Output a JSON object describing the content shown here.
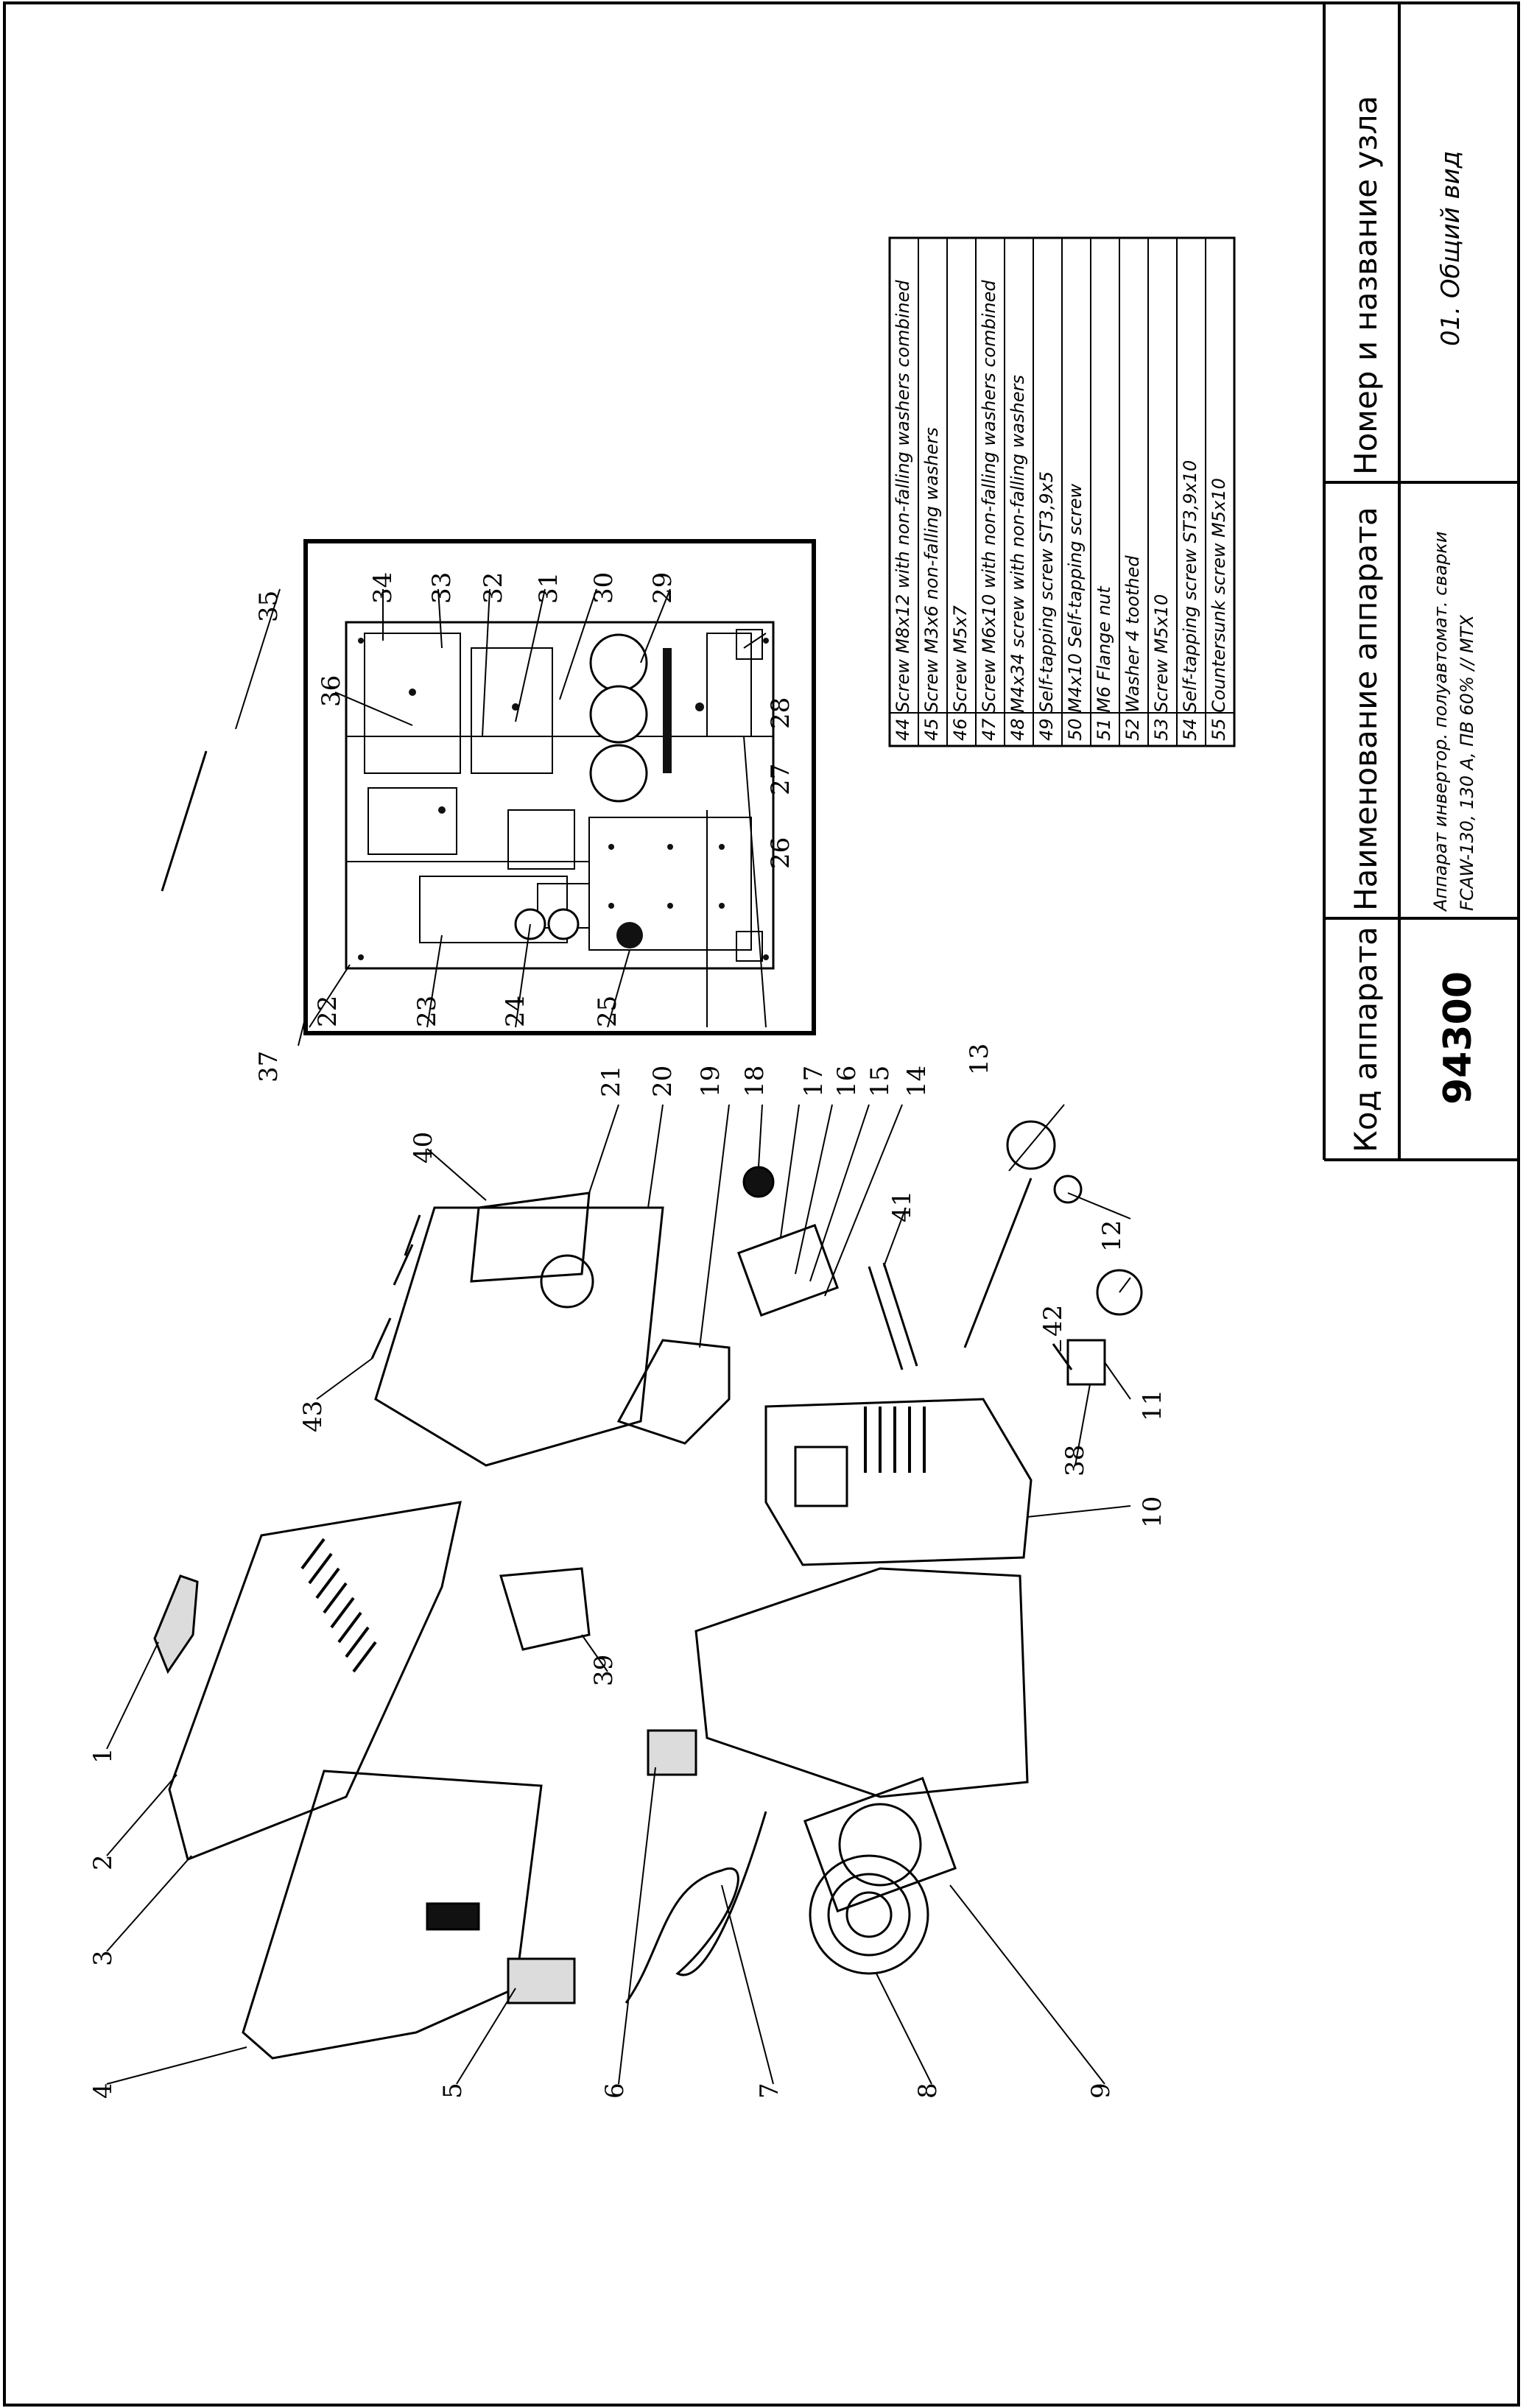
{
  "title_block": {
    "col_code_header": "Код аппарата",
    "col_name_header": "Наименование аппарата",
    "col_node_header": "Номер и название узла",
    "code_value": "94300",
    "name_value_line1": "Аппарат инвертор. полуавтомат. сварки",
    "name_value_line2": "FCAW-130, 130 А, ПВ 60% // MTX",
    "node_value": "01. Общий вид"
  },
  "parts_table": {
    "rows": [
      {
        "no": "44",
        "desc": "Screw M8x12 with non-falling washers combined"
      },
      {
        "no": "45",
        "desc": "Screw M3x6 non-falling washers"
      },
      {
        "no": "46",
        "desc": "Screw M5x7"
      },
      {
        "no": "47",
        "desc": "Screw M6x10 with non-falling washers combined"
      },
      {
        "no": "48",
        "desc": "M4x34 screw with non-falling washers"
      },
      {
        "no": "49",
        "desc": "Self-tapping screw ST3,9x5"
      },
      {
        "no": "50",
        "desc": "M4x10 Self-tapping screw"
      },
      {
        "no": "51",
        "desc": "M6 Flange nut"
      },
      {
        "no": "52",
        "desc": "Washer 4 toothed"
      },
      {
        "no": "53",
        "desc": "Screw M5x10"
      },
      {
        "no": "54",
        "desc": "Self-tapping screw ST3,9x10"
      },
      {
        "no": "55",
        "desc": "Countersunk screw M5x10"
      }
    ]
  },
  "callouts": {
    "c1": "1",
    "c2": "2",
    "c3": "3",
    "c4": "4",
    "c5": "5",
    "c6": "6",
    "c7": "7",
    "c8": "8",
    "c9": "9",
    "c10": "10",
    "c11": "11",
    "c12": "12",
    "c13": "13",
    "c14": "14",
    "c15": "15",
    "c16": "16",
    "c17": "17",
    "c18": "18",
    "c19": "19",
    "c20": "20",
    "c21": "21",
    "c22": "22",
    "c23": "23",
    "c24": "24",
    "c25": "25",
    "c26": "26",
    "c27": "27",
    "c28": "28",
    "c29": "29",
    "c30": "30",
    "c31": "31",
    "c32": "32",
    "c33": "33",
    "c34": "34",
    "c35": "35",
    "c36": "36",
    "c37": "37",
    "c38": "38",
    "c39": "39",
    "c40": "40",
    "c41": "41",
    "c42": "42",
    "c43": "43"
  },
  "colors": {
    "line": "#000000",
    "paper": "#ffffff",
    "fill_light": "#dcdcdc",
    "fill_dark": "#111111"
  }
}
